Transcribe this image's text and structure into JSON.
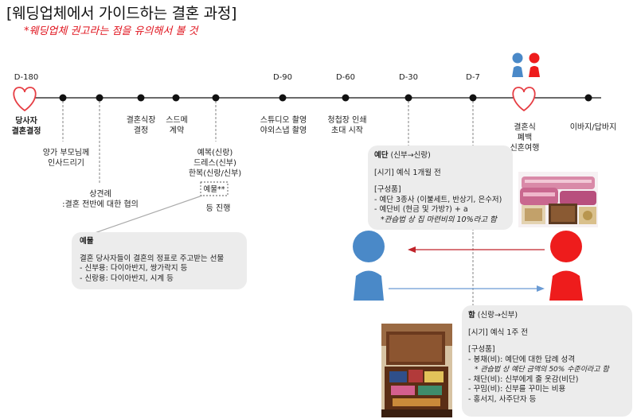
{
  "header": {
    "title": "[웨딩업체에서 가이드하는 결혼 과정]",
    "subtitle": "*웨딩업체 권고라는 점을 유의해서 볼 것"
  },
  "timeline": {
    "day_labels": [
      "D-180",
      "D-90",
      "D-60",
      "D-30",
      "D-7"
    ],
    "events": {
      "couple_decision": [
        "당사자",
        "결혼결정"
      ],
      "greet_parents": [
        "양가 부모님께",
        "인사드리기"
      ],
      "family_meeting": [
        "상견례",
        ":결혼 전반에 대한 협의"
      ],
      "venue": [
        "결혼식장",
        "결정"
      ],
      "sdme": [
        "스드메",
        "계약"
      ],
      "yebok": [
        "예복(신랑)",
        "드레스(신부)",
        "한복(신랑/신부)"
      ],
      "yemul_tag": "예물**",
      "etc": "등 진행",
      "studio": [
        "스튜디오 촬영",
        "야외스냅 촬영"
      ],
      "invitation": [
        "청첩장 인쇄",
        "초대 시작"
      ],
      "wedding": [
        "결혼식",
        "폐백",
        "신혼여행"
      ],
      "after": "이바지/답바지"
    }
  },
  "yemul_box": {
    "heading": "예물",
    "lines": [
      "결혼 당사자들이 결혼의 정표로 주고받는 선물",
      "- 신부용: 다이아반지, 쌍가락지 등",
      "- 신랑용: 다이아반지, 시계 등"
    ]
  },
  "yedan_box": {
    "heading": "예단",
    "heading_suffix": " (신부→신랑)",
    "lines": [
      "[시기] 예식 1개월 전",
      "[구성품]",
      "- 예단 3종사 (이불세트, 반상기, 은수저)",
      "- 예단비 (현금 및 가방?) + a"
    ],
    "note": "*관습법 상 집 마련비의 10%라고 함"
  },
  "ham_box": {
    "heading": "함",
    "heading_suffix": " (신랑→신부)",
    "line_period": "[시기] 예식 1주 전",
    "line_comp": "[구성품]",
    "line1": "- 봉채(비): 예단에 대한 답례 성격",
    "note": "* 관습법 상 예단 금액의 50% 수준이라고 함",
    "line2": "- 채단(비): 신부에게 줄 옷감(비단)",
    "line3": "- 꾸밈(비): 신부를 꾸미는 비용",
    "line4": "- 홍서지, 사주단자 등"
  },
  "colors": {
    "groom": "#4a89c8",
    "bride": "#ee1c1c",
    "heart": "#e63e44",
    "yedan_arrow": "#c0232a",
    "ham_arrow": "#6a9bd4",
    "bubble": "#ececec"
  }
}
